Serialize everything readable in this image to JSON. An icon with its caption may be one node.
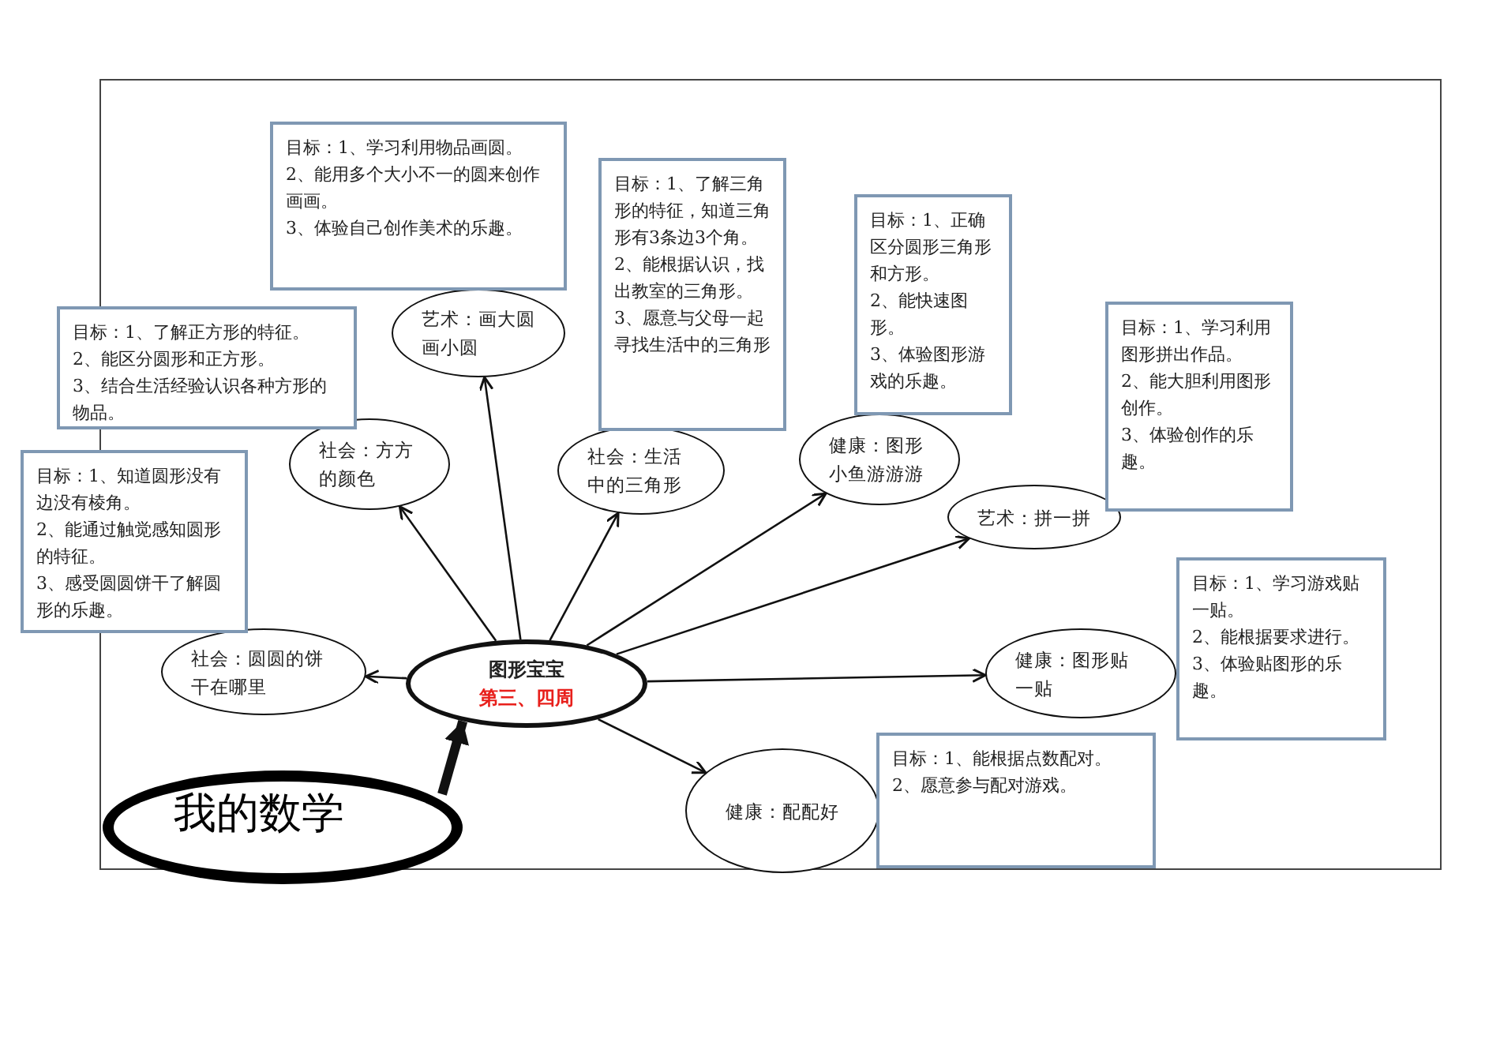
{
  "diagram": {
    "nodes": [
      {
        "text": [
          "图形宝宝",
          "第三、四周"
        ]
      },
      {
        "text": [
          "我的数学"
        ]
      },
      {
        "text": [
          "社会：圆圆的饼干在哪里"
        ]
      },
      {
        "text": [
          "目标：1、知道圆形没有边没有棱角。",
          "2、能通过触觉感知圆形的特征。",
          "3、感受圆圆饼干了解圆形的乐趣。"
        ]
      },
      {
        "text": [
          "社会：方方的颜色"
        ]
      },
      {
        "text": [
          "目标：1、了解正方形的特征。",
          "2、能区分圆形和正方形。",
          "3、结合生活经验认识各种方形的物品。"
        ]
      },
      {
        "text": [
          "艺术：画大圆画小圆"
        ]
      },
      {
        "text": [
          "目标：1、学习利用物品画圆。",
          "2、能用多个大小不一的圆来创作画画。",
          "3、体验自己创作美术的乐趣。"
        ]
      },
      {
        "text": [
          "社会：生活中的三角形"
        ]
      },
      {
        "text": [
          "目标：1、了解三角形的特征，知道三角形有3条边3个角。",
          "2、能根据认识，找出教室的三角形。",
          "3、愿意与父母一起寻找生活中的三角形"
        ]
      },
      {
        "text": [
          "健康：图形小鱼游游游"
        ]
      },
      {
        "text": [
          "目标：1、正确区分圆形三角形和方形。",
          "2、能快速图形。",
          "3、体验图形游戏的乐趣。"
        ]
      },
      {
        "text": [
          "艺术：拼一拼"
        ]
      },
      {
        "text": [
          "目标：1、学习利用图形拼出作品。",
          "2、能大胆利用图形创作。",
          "3、体验创作的乐趣。"
        ]
      },
      {
        "text": [
          "健康：图形贴一贴"
        ]
      },
      {
        "text": [
          "目标：1、学习游戏贴一贴。",
          "2、能根据要求进行。",
          "3、体验贴图形的乐趣。"
        ]
      },
      {
        "text": [
          "健康：配配好"
        ]
      },
      {
        "text": [
          "目标：1、能根据点数配对。",
          "2、愿意参与配对游戏。"
        ]
      }
    ],
    "edges": [
      {
        "from": 1,
        "to": 0,
        "arrow": "to",
        "style": "thick"
      },
      {
        "from": 0,
        "to": 2,
        "arrow": "to"
      },
      {
        "from": 0,
        "to": 4,
        "arrow": "to"
      },
      {
        "from": 0,
        "to": 6,
        "arrow": "to"
      },
      {
        "from": 0,
        "to": 8,
        "arrow": "to"
      },
      {
        "from": 0,
        "to": 10,
        "arrow": "to"
      },
      {
        "from": 0,
        "to": 12,
        "arrow": "to"
      },
      {
        "from": 0,
        "to": 14,
        "arrow": "to"
      },
      {
        "from": 0,
        "to": 16,
        "arrow": "to"
      }
    ]
  }
}
